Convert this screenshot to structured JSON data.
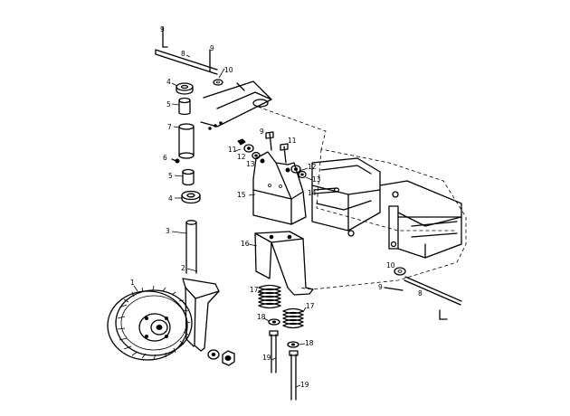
{
  "callouts": [
    {
      "n": "9"
    },
    {
      "n": "8"
    },
    {
      "n": "9"
    },
    {
      "n": "10"
    },
    {
      "n": "4"
    },
    {
      "n": "5"
    },
    {
      "n": "7"
    },
    {
      "n": "6"
    },
    {
      "n": "5"
    },
    {
      "n": "4"
    },
    {
      "n": "3"
    },
    {
      "n": "2"
    },
    {
      "n": "1"
    },
    {
      "n": "9"
    },
    {
      "n": "11"
    },
    {
      "n": "11"
    },
    {
      "n": "12"
    },
    {
      "n": "13"
    },
    {
      "n": "12"
    },
    {
      "n": "13"
    },
    {
      "n": "14"
    },
    {
      "n": "15"
    },
    {
      "n": "16"
    },
    {
      "n": "17"
    },
    {
      "n": "17"
    },
    {
      "n": "18"
    },
    {
      "n": "18"
    },
    {
      "n": "19"
    },
    {
      "n": "19"
    },
    {
      "n": "10"
    },
    {
      "n": "9"
    },
    {
      "n": "8"
    }
  ]
}
